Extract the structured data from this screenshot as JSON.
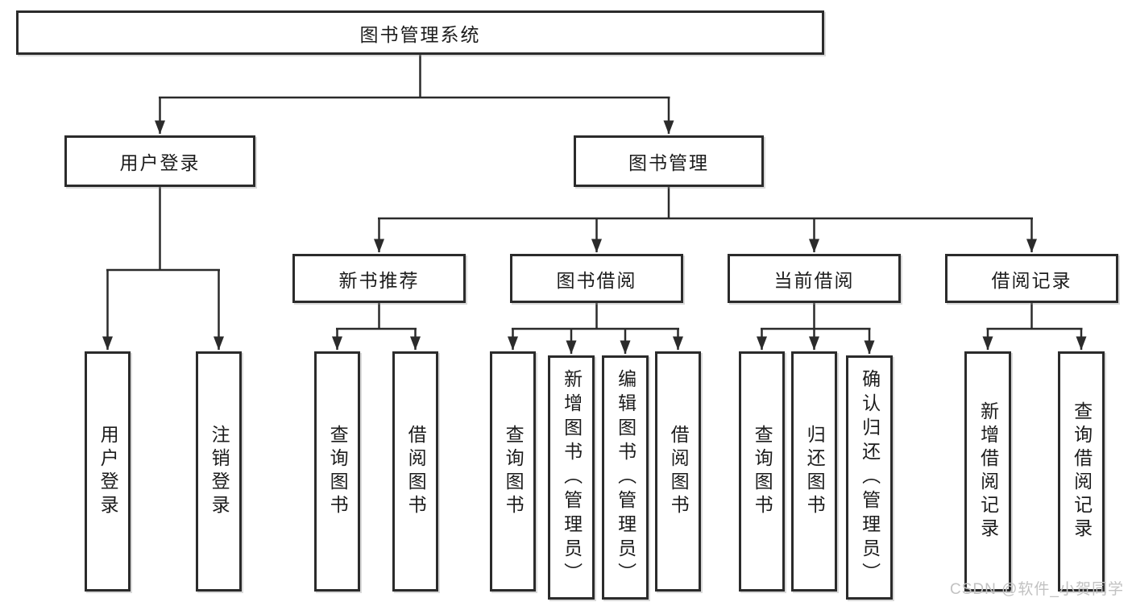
{
  "tree": {
    "root": {
      "label": "图书管理系统"
    },
    "branches": [
      {
        "label": "用户登录",
        "children": [
          {
            "label": "用户登录"
          },
          {
            "label": "注销登录"
          }
        ]
      },
      {
        "label": "图书管理",
        "children": [
          {
            "label": "新书推荐",
            "children": [
              {
                "label": "查询图书"
              },
              {
                "label": "借阅图书"
              }
            ]
          },
          {
            "label": "图书借阅",
            "children": [
              {
                "label": "查询图书"
              },
              {
                "label": "新增图书（管理员）"
              },
              {
                "label": "编辑图书（管理员）"
              },
              {
                "label": "借阅图书"
              }
            ]
          },
          {
            "label": "当前借阅",
            "children": [
              {
                "label": "查询图书"
              },
              {
                "label": "归还图书"
              },
              {
                "label": "确认归还（管理员）"
              }
            ]
          },
          {
            "label": "借阅记录",
            "children": [
              {
                "label": "新增借阅记录"
              },
              {
                "label": "查询借阅记录"
              }
            ]
          }
        ]
      }
    ]
  },
  "watermark": "CSDN @软件_小贺同学",
  "colors": {
    "line": "#2b2b2b",
    "text": "#1c1c1c",
    "watermark": "#c2c2c2",
    "background": "#ffffff"
  }
}
